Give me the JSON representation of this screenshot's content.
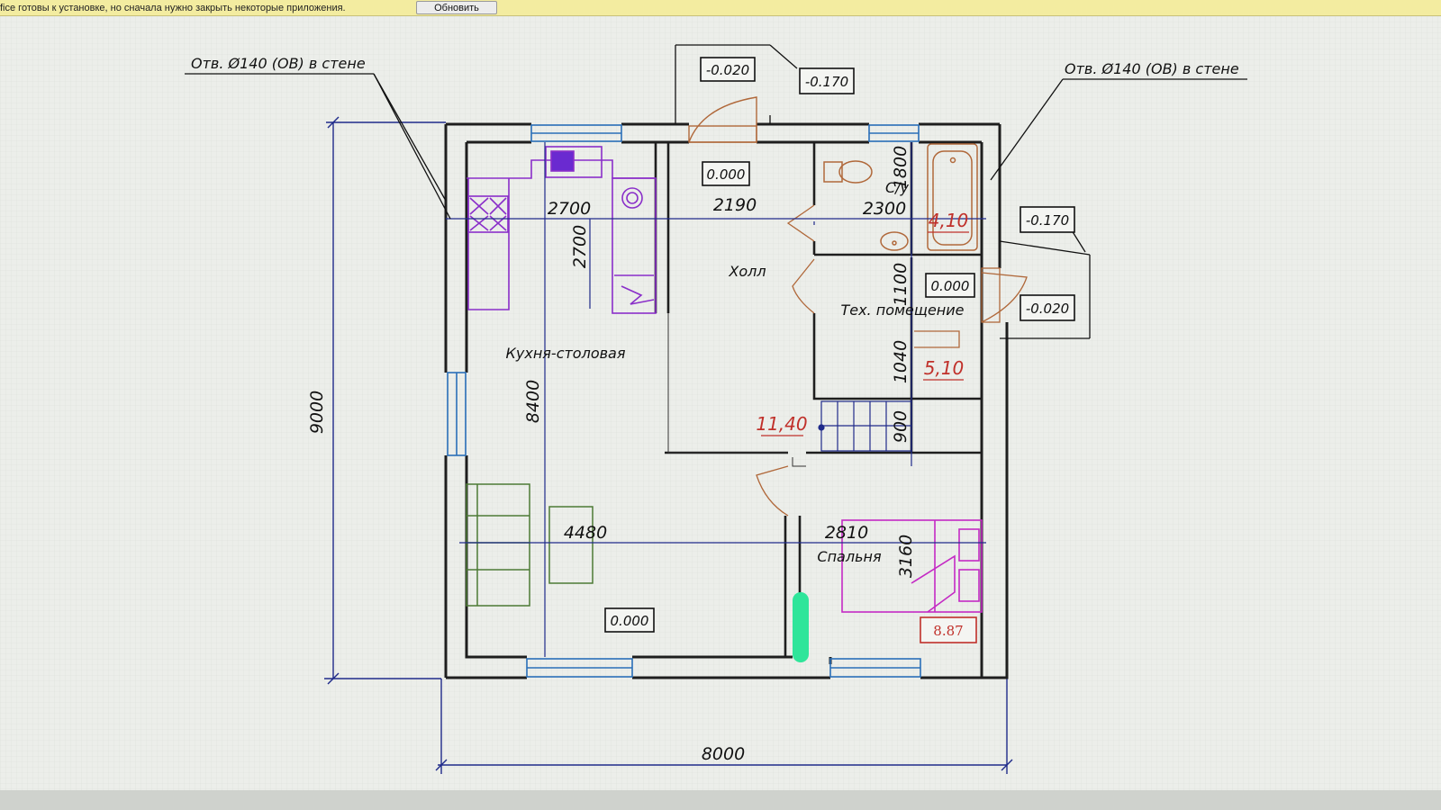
{
  "notification": {
    "text": "fice готовы к установке, но сначала нужно закрыть некоторые приложения.",
    "button_label": "Обновить"
  },
  "callouts": {
    "left": "Отв. Ø140 (ОВ) в стене",
    "right": "Отв. Ø140 (ОВ) в стене"
  },
  "levels": {
    "porch_top": "-0.020",
    "porch_step": "-0.170",
    "hall": "0.000",
    "tech": "0.000",
    "bottom": "0.000",
    "right_top": "-0.170",
    "right_bottom": "-0.020"
  },
  "rooms": {
    "kitchen": "Кухня-столовая",
    "hall": "Холл",
    "wc": "С/у",
    "tech": "Тех. помещение",
    "bedroom": "Спальня"
  },
  "areas": {
    "wc": "4,10",
    "tech": "5,10",
    "hall": "11,40",
    "bedroom": "8.87"
  },
  "dimensions": {
    "overall_height": "9000",
    "overall_width": "8000",
    "kitchen_h": "8400",
    "kitchen_w": "4480",
    "kitchen_top_w": "2700",
    "kitchen_top_h": "2700",
    "hall_w": "2190",
    "wc_w": "2300",
    "wc_h": "1800",
    "tech_h1": "1100",
    "tech_h2": "1040",
    "stair_h": "900",
    "bedroom_w": "2810",
    "bedroom_h": "3160"
  }
}
